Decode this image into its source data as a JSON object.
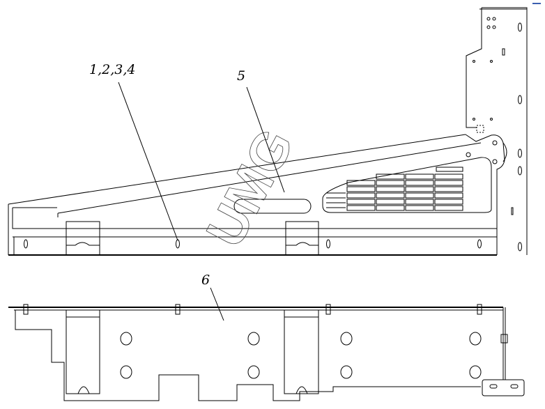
{
  "drawing": {
    "callouts": [
      {
        "id": "callout-1-4",
        "text": "1,2,3,4"
      },
      {
        "id": "callout-5",
        "text": "5"
      },
      {
        "id": "callout-6",
        "text": "6"
      }
    ],
    "watermark": "UMG"
  },
  "colors": {
    "line": "#000000",
    "background": "#ffffff",
    "corner_mark": "#3a5fb0"
  }
}
